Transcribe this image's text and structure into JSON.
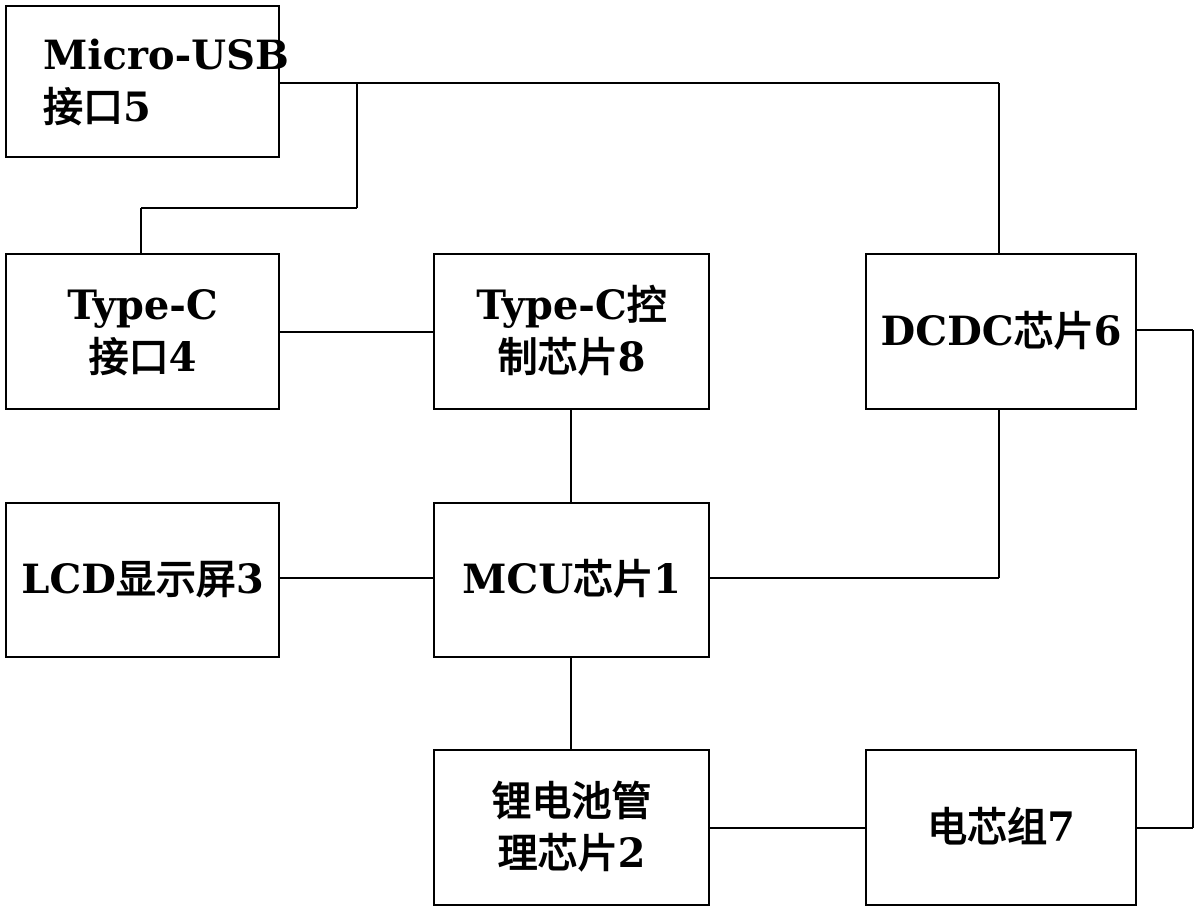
{
  "blocks": {
    "micro_usb": {
      "line1": "Micro-USB",
      "line2": "接口5"
    },
    "type_c_port": {
      "line1": "Type-C",
      "line2": "接口4"
    },
    "type_c_ctrl": {
      "line1": "Type-C控",
      "line2": "制芯片8"
    },
    "dcdc": {
      "line1": "DCDC芯片6"
    },
    "lcd": {
      "line1": "LCD显示屏3"
    },
    "mcu": {
      "line1": "MCU芯片1"
    },
    "battery_mgmt": {
      "line1": "锂电池管",
      "line2": "理芯片2"
    },
    "cell_pack": {
      "line1": "电芯组7"
    }
  }
}
